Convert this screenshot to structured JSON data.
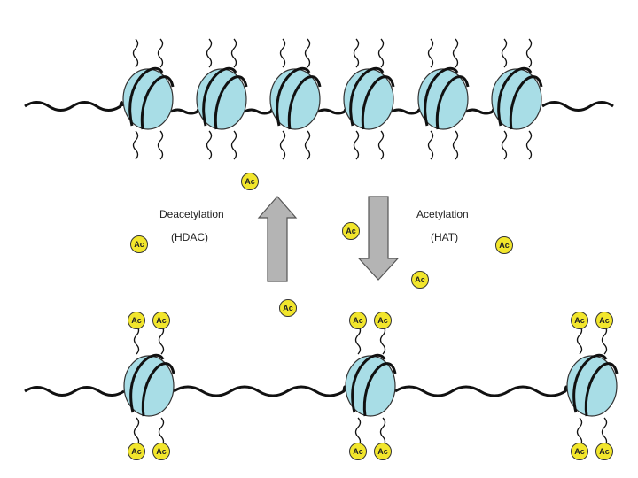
{
  "labels": {
    "deacetylation": "Deacetylation",
    "hdac": "(HDAC)",
    "acetylation": "Acetylation",
    "hat": "(HAT)"
  },
  "ac_label": "Ac",
  "colors": {
    "nucleosome_fill": "#a8dde6",
    "dna": "#111111",
    "ac_fill": "#f2e62c",
    "arrow_fill": "#b4b4b4"
  }
}
